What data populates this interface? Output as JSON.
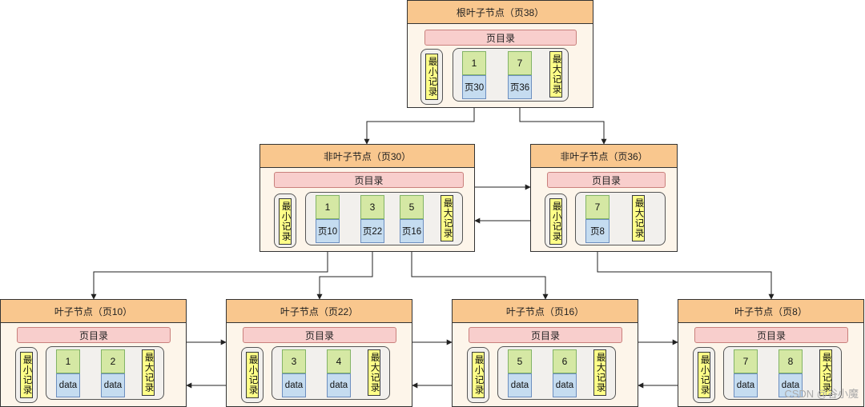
{
  "nodes": {
    "root": {
      "title": "根叶子节点（页38）",
      "page_directory": "页目录",
      "min_label": "最小记录",
      "max_label": "最大记录",
      "records": [
        {
          "key": "1",
          "value": "页30"
        },
        {
          "key": "7",
          "value": "页36"
        }
      ]
    },
    "p30": {
      "title": "非叶子节点（页30）",
      "page_directory": "页目录",
      "min_label": "最小记录",
      "max_label": "最大记录",
      "records": [
        {
          "key": "1",
          "value": "页10"
        },
        {
          "key": "3",
          "value": "页22"
        },
        {
          "key": "5",
          "value": "页16"
        }
      ]
    },
    "p36": {
      "title": "非叶子节点（页36）",
      "page_directory": "页目录",
      "min_label": "最小记录",
      "max_label": "最大记录",
      "records": [
        {
          "key": "7",
          "value": "页8"
        }
      ]
    },
    "p10": {
      "title": "叶子节点（页10）",
      "page_directory": "页目录",
      "min_label": "最小记录",
      "max_label": "最大记录",
      "records": [
        {
          "key": "1",
          "value": "data"
        },
        {
          "key": "2",
          "value": "data"
        }
      ]
    },
    "p22": {
      "title": "叶子节点（页22）",
      "page_directory": "页目录",
      "min_label": "最小记录",
      "max_label": "最大记录",
      "records": [
        {
          "key": "3",
          "value": "data"
        },
        {
          "key": "4",
          "value": "data"
        }
      ]
    },
    "p16": {
      "title": "叶子节点（页16）",
      "page_directory": "页目录",
      "min_label": "最小记录",
      "max_label": "最大记录",
      "records": [
        {
          "key": "5",
          "value": "data"
        },
        {
          "key": "6",
          "value": "data"
        }
      ]
    },
    "p8": {
      "title": "叶子节点（页8）",
      "page_directory": "页目录",
      "min_label": "最小记录",
      "max_label": "最大记录",
      "records": [
        {
          "key": "7",
          "value": "data"
        },
        {
          "key": "8",
          "value": "data"
        }
      ]
    }
  },
  "watermark": "CSDN @谷小魔"
}
